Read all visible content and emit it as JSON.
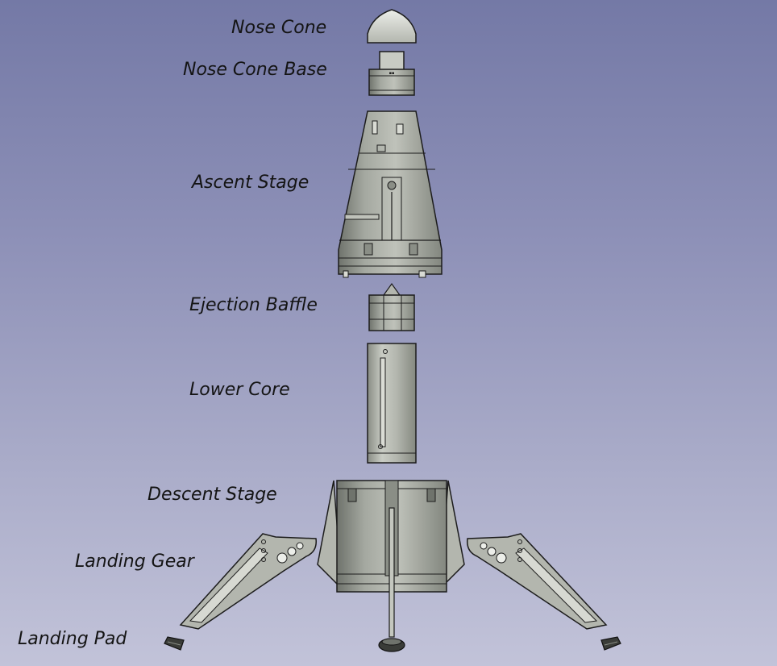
{
  "labels": {
    "nose_cone": "Nose Cone",
    "nose_cone_base": "Nose Cone Base",
    "ascent_stage": "Ascent Stage",
    "ejection_baffle": "Ejection Baffle",
    "lower_core": "Lower Core",
    "descent_stage": "Descent Stage",
    "landing_gear": "Landing Gear",
    "landing_pad": "Landing Pad"
  },
  "colors": {
    "part_fill": "#a4a8a0",
    "part_light": "#c4c7bf",
    "part_dark": "#6f736c",
    "outline": "#1c1c1c"
  }
}
